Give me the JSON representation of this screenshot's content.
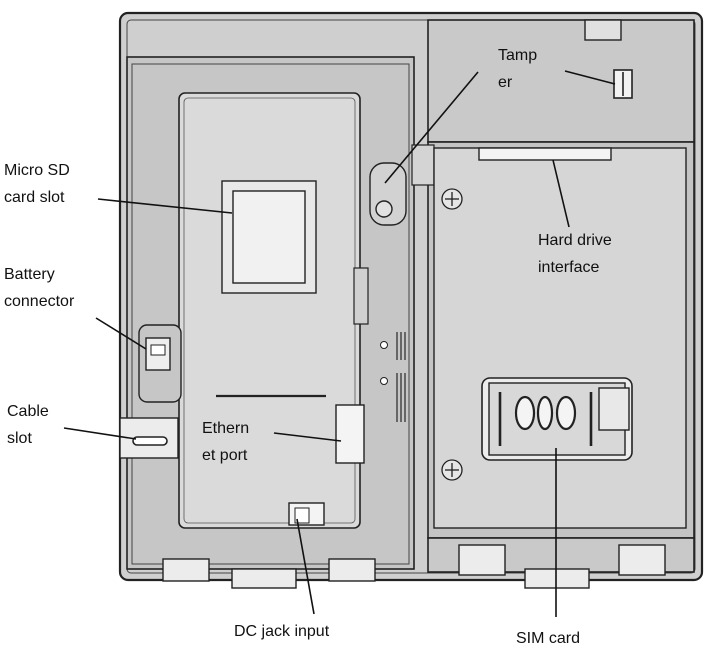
{
  "colors": {
    "housing": "#c9c9c9",
    "panel": "#d9d9d9",
    "outline": "#222222",
    "text": "#111111",
    "background": "#ffffff"
  },
  "labels": {
    "tamper": "Tamp\ner",
    "micro_sd": "Micro SD\ncard slot",
    "battery": "Battery\nconnector",
    "cable_slot": "Cable\nslot",
    "ethernet": "Ethern\net port",
    "hard_drive": "Hard drive\ninterface",
    "dc_jack": "DC jack input",
    "sim_card": "SIM card"
  }
}
